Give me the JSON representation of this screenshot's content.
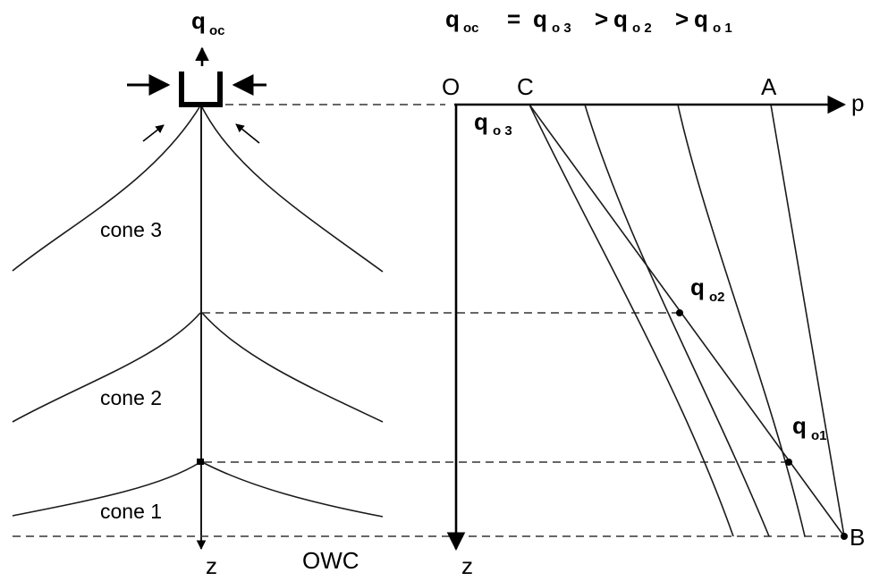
{
  "top_formula": {
    "lhs": "q",
    "lhs_sub": "oc",
    "eq": "=",
    "t1": "q",
    "t1_sub": "o 3",
    "gt1": ">",
    "t2": "q",
    "t2_sub": "o 2",
    "gt2": ">",
    "t3": "q",
    "t3_sub": "o 1"
  },
  "well": {
    "rate_label": "q",
    "rate_sub": "oc"
  },
  "cones": [
    {
      "label": "cone 3"
    },
    {
      "label": "cone 2"
    },
    {
      "label": "cone 1"
    }
  ],
  "left_axis": {
    "z_label": "z",
    "owc_label": "OWC"
  },
  "right_axis": {
    "origin_label": "O",
    "c_label": "C",
    "a_label": "A",
    "p_label": "p",
    "b_label": "B",
    "z_label": "z"
  },
  "point_labels": {
    "qo3": {
      "q": "q",
      "sub": "o 3"
    },
    "qo2": {
      "q": "q",
      "sub": "o2"
    },
    "qo1": {
      "q": "q",
      "sub": "o1"
    }
  },
  "colors": {
    "ink": "#000000",
    "background": "#ffffff"
  }
}
